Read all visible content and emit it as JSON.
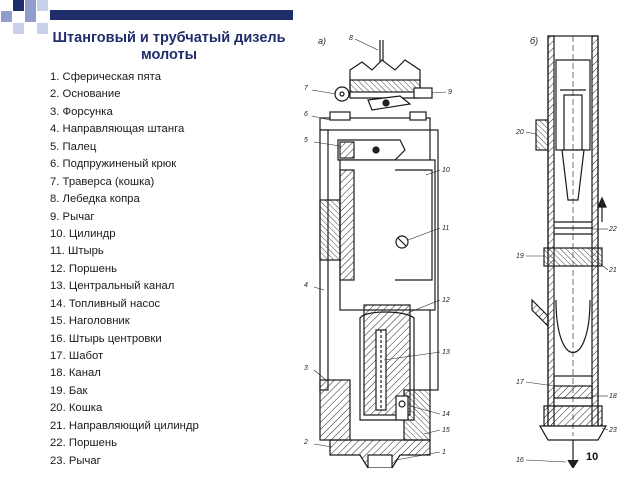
{
  "slide": {
    "title_line1": "Штанговый и трубчатый дизель",
    "title_line2": "молоты",
    "page_number": "10"
  },
  "legend": {
    "items": [
      "1. Сферическая пята",
      "2. Основание",
      "3. Форсунка",
      "4. Направляющая штанга",
      "5. Палец",
      "6. Подпружиненый крюк",
      "7. Траверса (кошка)",
      "8. Лебедка копра",
      "9. Рычаг",
      "10. Цилиндр",
      "11. Штырь",
      "12. Поршень",
      "13. Центральный канал",
      "14. Топливный насос",
      "15. Наголовник",
      "16. Штырь центровки",
      "17. Шабот",
      "18. Канал",
      "19. Бак",
      "20. Кошка",
      "21. Направляющий цилиндр",
      "22. Поршень",
      "23. Рычаг"
    ]
  },
  "drawing": {
    "panel_a_label": "а)",
    "panel_b_label": "б)",
    "callouts_a": [
      "8",
      "7",
      "9",
      "6",
      "5",
      "10",
      "11",
      "4",
      "12",
      "13",
      "3",
      "14",
      "15",
      "2",
      "1"
    ],
    "callouts_b": [
      "20",
      "22",
      "19",
      "21",
      "17",
      "18",
      "16",
      "23"
    ]
  },
  "colors": {
    "accent_dark": "#1f2d6b",
    "accent_mid": "#8f9ccc",
    "accent_light": "#c9d0ea",
    "title": "#1f2d6b"
  }
}
